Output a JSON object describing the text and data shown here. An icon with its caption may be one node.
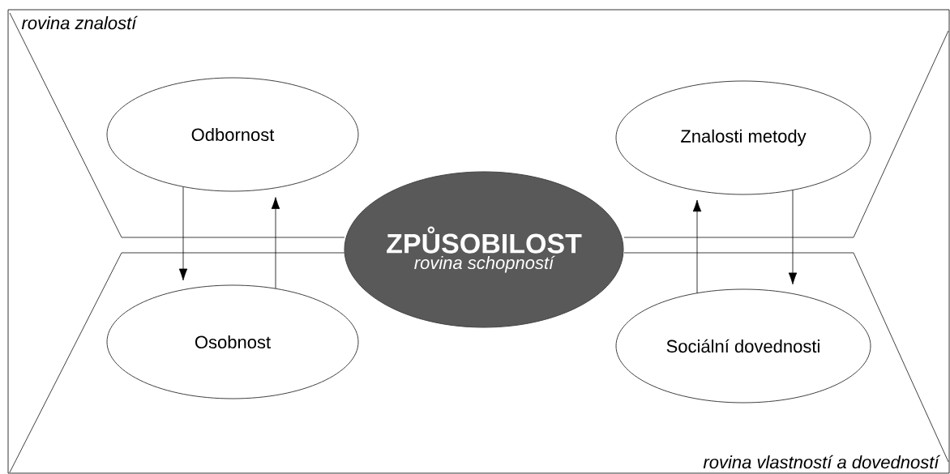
{
  "diagram": {
    "nodes": [
      {
        "text": [
          "Odbornost"
        ]
      },
      {
        "text": [
          "Znalosti metody"
        ]
      },
      {
        "text": [
          "ZPŮSOBILOST",
          "rovina schopností"
        ]
      },
      {
        "text": [
          "Osobnost"
        ]
      },
      {
        "text": [
          "Sociální dovednosti"
        ]
      }
    ],
    "edges": [
      {
        "from": 0,
        "to": 3,
        "arrow": "to"
      },
      {
        "from": 3,
        "to": 0,
        "arrow": "to"
      },
      {
        "from": 1,
        "to": 4,
        "arrow": "to"
      },
      {
        "from": 4,
        "to": 1,
        "arrow": "to"
      }
    ],
    "labels": [
      "rovina znalostí",
      "rovina vlastností a dovedností"
    ]
  }
}
